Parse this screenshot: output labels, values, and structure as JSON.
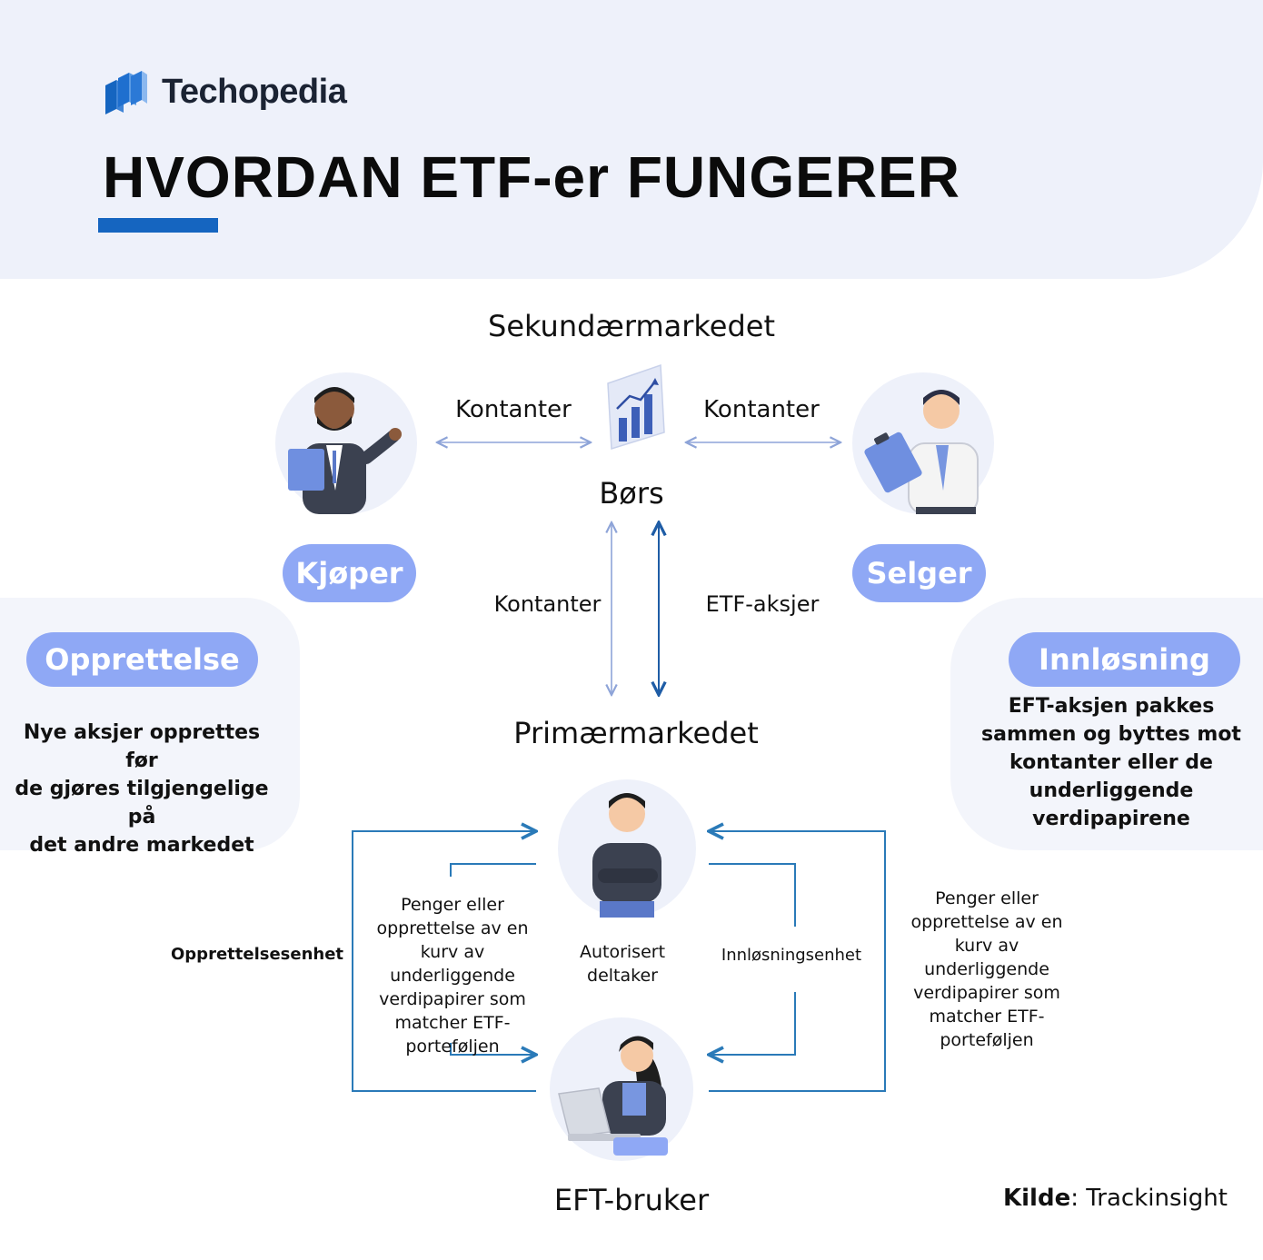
{
  "brand": {
    "name": "Techopedia",
    "logo_icon": "techopedia-cube-icon"
  },
  "title": "HVORDAN ETF-er FUNGERER",
  "secondary_market": {
    "heading": "Sekundærmarkedet",
    "exchange_label": "Børs",
    "buyer_label": "Kjøper",
    "seller_label": "Selger",
    "cash_left": "Kontanter",
    "cash_right": "Kontanter"
  },
  "flows": {
    "cash_down": "Kontanter",
    "etf_shares_up": "ETF-aksjer"
  },
  "primary_market": {
    "heading": "Primærmarkedet",
    "authorized_participant": "Autorisert\ndeltaker",
    "etf_user": "EFT-bruker",
    "creation_unit": "Opprettelsesenhet",
    "redemption_unit": "Innløsningsenhet",
    "left_flow_text": "Penger eller\nopprettelse av en\nkurv av underliggende\nverdipapirer som\nmatcher ETF-\nporteføljen",
    "right_flow_text": "Penger eller\nopprettelse av en\nkurv av underliggende\nverdipapirer som\nmatcher ETF-\nporteføljen"
  },
  "creation": {
    "label": "Opprettelse",
    "description": "Nye aksjer opprettes før\nde gjøres tilgjengelige på\ndet andre markedet"
  },
  "redemption": {
    "label": "Innløsning",
    "description": "EFT-aksjen pakkes\nsammen og byttes mot\nkontanter eller de\nunderliggende\nverdipapirene"
  },
  "source": {
    "prefix": "Kilde",
    "name": ": Trackinsight"
  },
  "colors": {
    "accent": "#1565c0",
    "pill": "#8fa8f5",
    "arrow_light": "#8ea4d8",
    "arrow_dark": "#1f5da6",
    "flow_line": "#2a7ab8",
    "panel": "#f3f5fb"
  }
}
